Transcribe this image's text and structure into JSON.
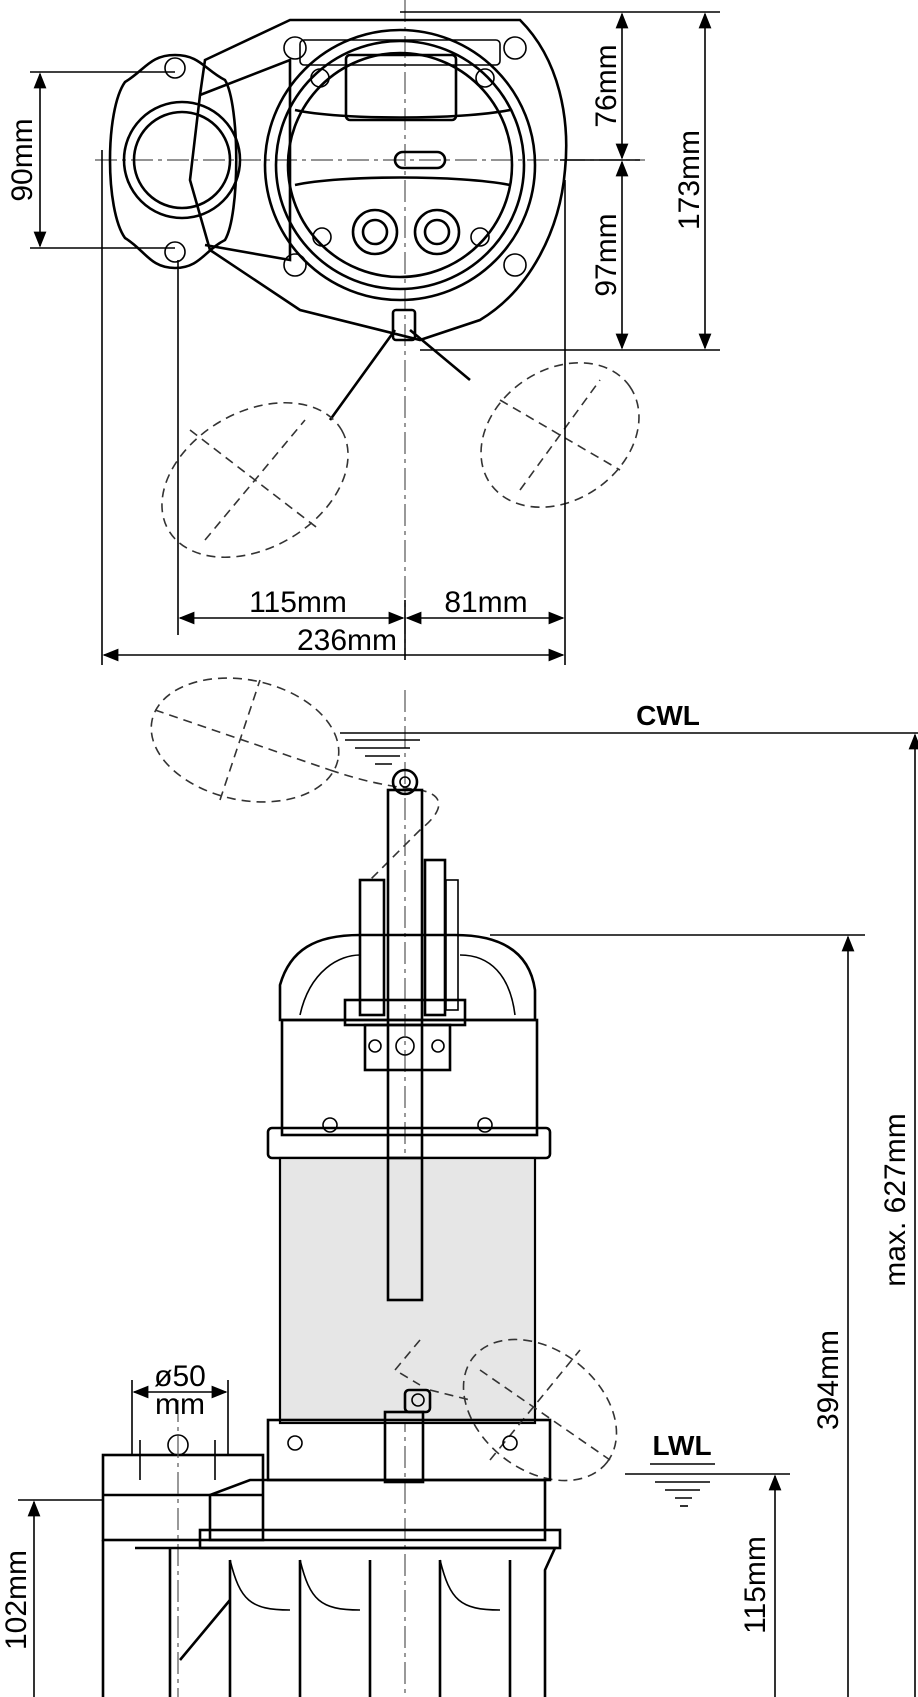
{
  "top_view": {
    "dim_flange_height": "90mm",
    "dim_upper": "76mm",
    "dim_lower": "97mm",
    "dim_total_depth": "173mm",
    "dim_left_offset": "115mm",
    "dim_right_offset": "81mm",
    "dim_total_width": "236mm"
  },
  "side_view": {
    "cwl_label": "CWL",
    "lwl_label": "LWL",
    "outlet_diameter_line1": "ø50",
    "outlet_diameter_line2": "mm",
    "dim_max_height": "max. 627mm",
    "dim_pump_height": "394mm",
    "dim_lwl_height": "115mm",
    "dim_outlet_height": "102mm"
  }
}
